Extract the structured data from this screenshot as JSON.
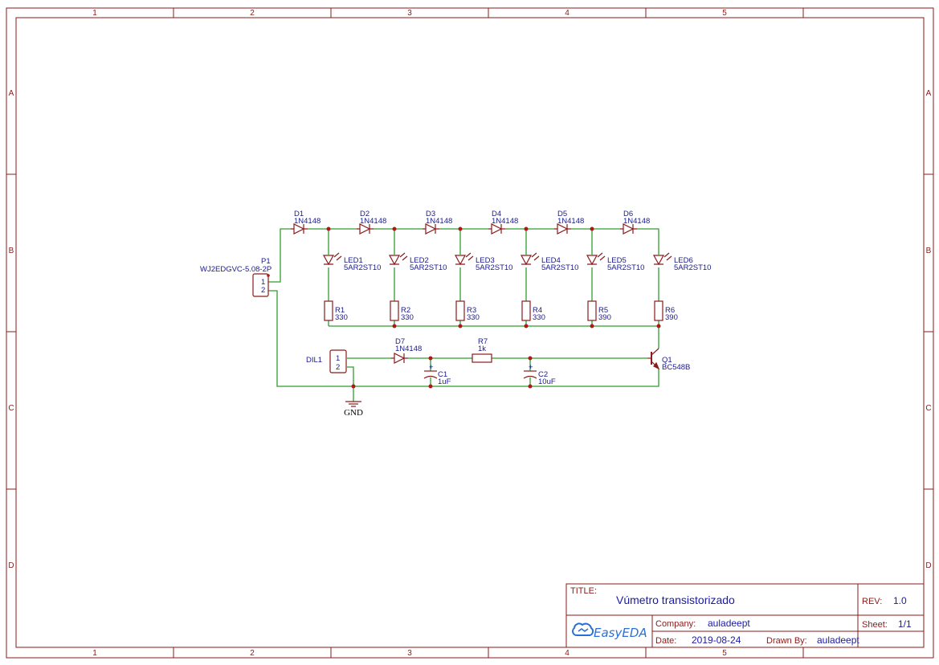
{
  "frame": {
    "columns": [
      "1",
      "2",
      "3",
      "4",
      "5"
    ],
    "rows": [
      "A",
      "B",
      "C",
      "D"
    ]
  },
  "connector_p1": {
    "ref": "P1",
    "value": "WJ2EDGVC-5.08-2P",
    "pin1": "1",
    "pin2": "2"
  },
  "diodes": [
    {
      "ref": "D1",
      "value": "1N4148"
    },
    {
      "ref": "D2",
      "value": "1N4148"
    },
    {
      "ref": "D3",
      "value": "1N4148"
    },
    {
      "ref": "D4",
      "value": "1N4148"
    },
    {
      "ref": "D5",
      "value": "1N4148"
    },
    {
      "ref": "D6",
      "value": "1N4148"
    }
  ],
  "leds": [
    {
      "ref": "LED1",
      "value": "5AR2ST10"
    },
    {
      "ref": "LED2",
      "value": "5AR2ST10"
    },
    {
      "ref": "LED3",
      "value": "5AR2ST10"
    },
    {
      "ref": "LED4",
      "value": "5AR2ST10"
    },
    {
      "ref": "LED5",
      "value": "5AR2ST10"
    },
    {
      "ref": "LED6",
      "value": "5AR2ST10"
    }
  ],
  "resistors": [
    {
      "ref": "R1",
      "value": "330"
    },
    {
      "ref": "R2",
      "value": "330"
    },
    {
      "ref": "R3",
      "value": "330"
    },
    {
      "ref": "R4",
      "value": "330"
    },
    {
      "ref": "R5",
      "value": "390"
    },
    {
      "ref": "R6",
      "value": "390"
    }
  ],
  "dil1": {
    "ref": "DIL1",
    "pin1": "1",
    "pin2": "2"
  },
  "d7": {
    "ref": "D7",
    "value": "1N4148"
  },
  "r7": {
    "ref": "R7",
    "value": "1k"
  },
  "c1": {
    "ref": "C1",
    "value": "1uF",
    "polarity": "+"
  },
  "c2": {
    "ref": "C2",
    "value": "10uF",
    "polarity": "+"
  },
  "q1": {
    "ref": "Q1",
    "value": "BC548B"
  },
  "gnd": {
    "label": "GND"
  },
  "title_block": {
    "title_key": "TITLE:",
    "title": "Vúmetro transistorizado",
    "rev_key": "REV:",
    "rev": "1.0",
    "company_key": "Company:",
    "company": "auladeept",
    "sheet_key": "Sheet:",
    "sheet": "1/1",
    "date_key": "Date:",
    "date": "2019-08-24",
    "drawn_key": "Drawn By:",
    "drawn_by": "auladeept",
    "logo_text": "EasyEDA"
  }
}
